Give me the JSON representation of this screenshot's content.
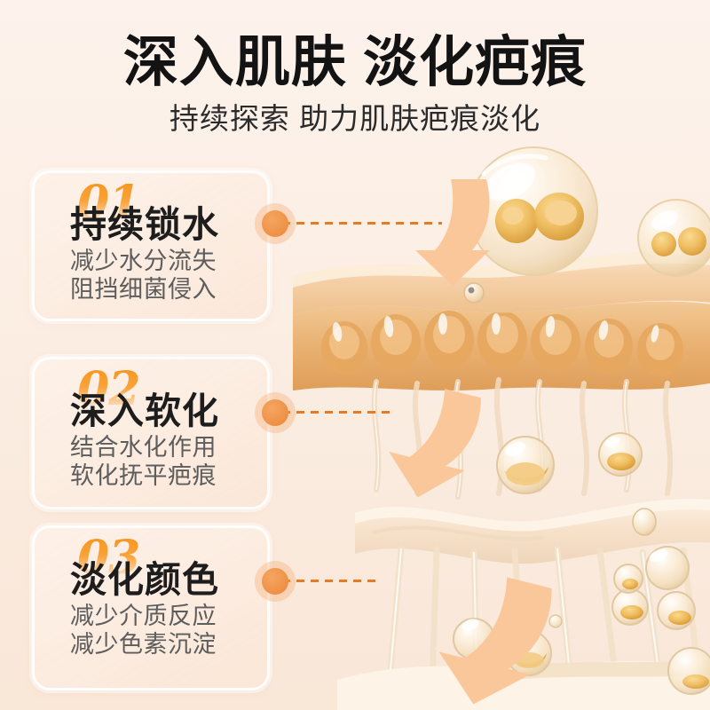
{
  "header": {
    "title": "深入肌肤 淡化疤痕",
    "subtitle": "持续探索 助力肌肤疤痕淡化"
  },
  "cards": [
    {
      "number": "01",
      "title": "持续锁水",
      "line1": "减少水分流失",
      "line2": "阻挡细菌侵入"
    },
    {
      "number": "02",
      "title": "深入软化",
      "line1": "结合水化作用",
      "line2": "软化抚平疤痕"
    },
    {
      "number": "03",
      "title": "淡化颜色",
      "line1": "减少介质反应",
      "line2": "减少色素沉淀"
    }
  ],
  "connectors": [
    {
      "name": "connector-dot-1",
      "icon": "bullet-dot-icon",
      "arrow": "curved-down-arrow-icon"
    },
    {
      "name": "connector-dot-2",
      "icon": "bullet-dot-icon",
      "arrow": "curved-down-arrow-icon"
    },
    {
      "name": "connector-dot-3",
      "icon": "bullet-dot-icon",
      "arrow": "curved-down-arrow-icon"
    }
  ],
  "artwork": {
    "name": "skin-layer-3d-render",
    "description": "三层肌肤结构3D渲染 金色精华微囊"
  },
  "colors": {
    "background": "#fdf4ee",
    "accent_orange": "#f7941d",
    "dot_orange": "#ee9045",
    "dash_orange": "#e07c2c",
    "arrow_orange": "#f9c79a",
    "title_dark": "#131313",
    "body_gray": "#5d5d5d",
    "card_border": "#ffffff"
  }
}
